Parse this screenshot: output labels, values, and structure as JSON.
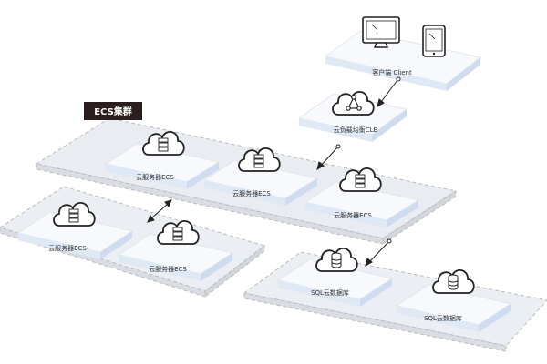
{
  "cluster_tag": "ECS集群",
  "client": {
    "label": "客户端 Client"
  },
  "load_balancer": {
    "label": "云负载均衡CLB"
  },
  "ecs_nodes": [
    {
      "label": "云服务器ECS"
    },
    {
      "label": "云服务器ECS"
    },
    {
      "label": "云服务器ECS"
    },
    {
      "label": "云服务器ECS"
    },
    {
      "label": "云服务器ECS"
    }
  ],
  "sql_nodes": [
    {
      "label": "SQL云数据库"
    },
    {
      "label": "SQL云数据库"
    }
  ],
  "colors": {
    "platform_top": "#f4f6f9",
    "platform_side": "#e6eaf0",
    "box_top": "#ffffff",
    "box_side": "#dfe8f5",
    "stroke": "#222222",
    "tag_bg": "#2b1e1e"
  }
}
